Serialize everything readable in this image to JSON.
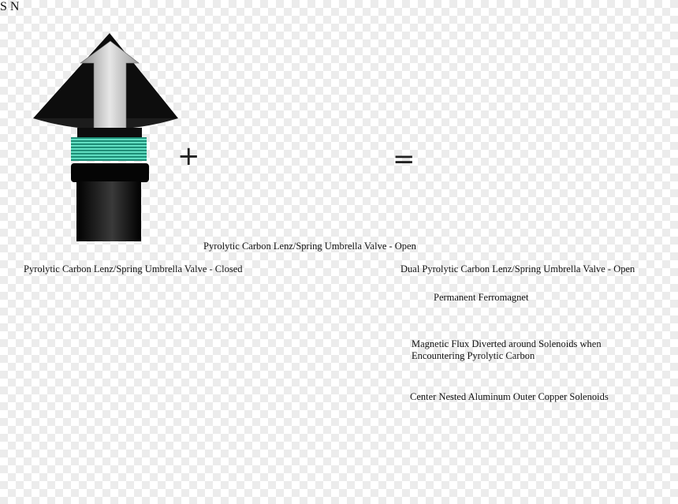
{
  "labels": {
    "valve_closed": "Pyrolytic Carbon Lenz/Spring Umbrella Valve - Closed",
    "valve_open": "Pyrolytic Carbon Lenz/Spring Umbrella Valve - Open",
    "dual_valve_open": "Dual Pyrolytic Carbon Lenz/Spring Umbrella Valve - Open",
    "permanent_ferromagnet": "Permanent Ferromagnet",
    "magnetic_flux": "Magnetic Flux Diverted around Solenoids when Encountering Pyrolytic Carbon",
    "solenoids": "Center Nested Aluminum Outer Copper Solenoids",
    "pole_south": "S",
    "pole_north": "N"
  },
  "symbols": {
    "plus": "+",
    "equals": "="
  },
  "colors": {
    "cone": "#0d0d0d",
    "spring_teal": "#2bb79a",
    "copper_coil": "#e8882a",
    "flux_red": "#e23030",
    "arrow_blue": "#1f6f98"
  },
  "icons": [
    "up-arrow-icon",
    "down-arrow-icon"
  ]
}
